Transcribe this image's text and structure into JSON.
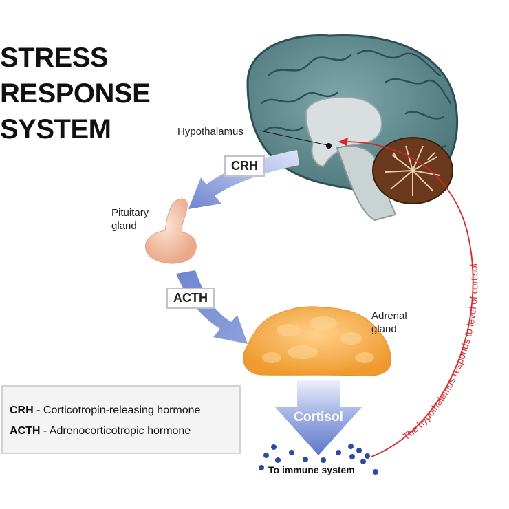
{
  "title_lines": [
    "STRESS",
    "RESPONSE",
    "SYSTEM"
  ],
  "labels": {
    "hypothalamus": "Hypothalamus",
    "pituitary": [
      "Pituitary",
      "gland"
    ],
    "adrenal": [
      "Adrenal",
      "gland"
    ],
    "cortisol": "Cortisol",
    "immune": "To immune system",
    "feedback": "The hypothalamus responds to level of cortisol"
  },
  "hormones": {
    "crh": "CRH",
    "acth": "ACTH"
  },
  "legend": [
    {
      "abbr": "CRH",
      "sep": " - ",
      "text": "Corticotropin-releasing hormone"
    },
    {
      "abbr": "ACTH",
      "sep": " - ",
      "text": "Adrenocorticotropic hormone"
    }
  ],
  "colors": {
    "brain": "#5d8b8f",
    "brain_dark": "#2d4f55",
    "arrow": "#6f86cf",
    "feedback": "#d6262b",
    "adrenal": "#f2a542",
    "pituitary": "#f1c1a6",
    "cerebellum": "#6b3a1c",
    "dots": "#2d4aa3"
  }
}
